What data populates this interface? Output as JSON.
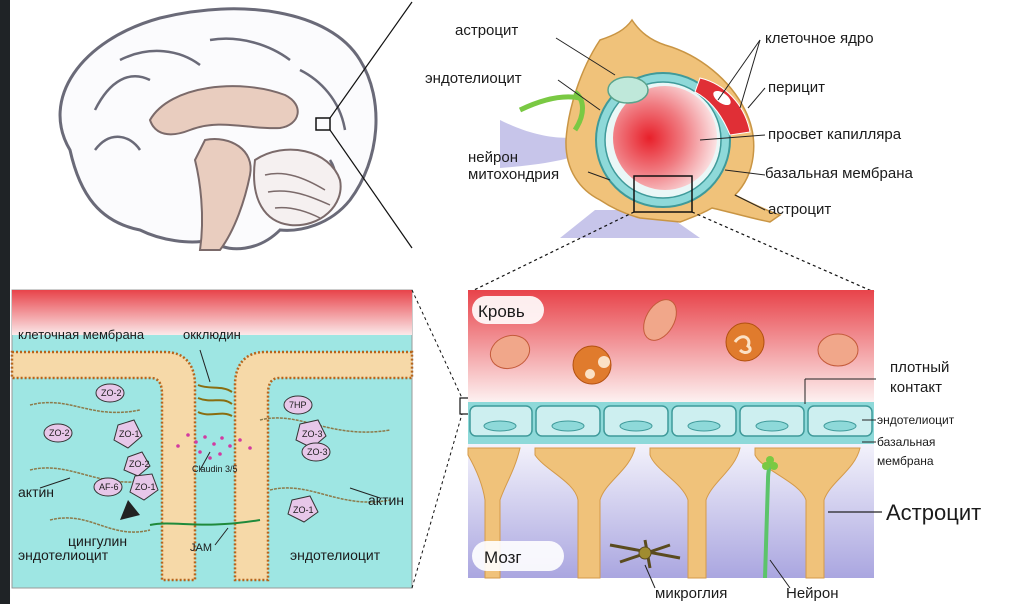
{
  "top_labels": {
    "astrocyte_top": "астроцит",
    "cell_nucleus": "клеточное ядро",
    "endotheliocyte": "эндотелиоцит",
    "pericyte": "перицит",
    "capillary_lumen": "просвет капилляра",
    "neuron": "нейрон",
    "mitochondria": "митохондрия",
    "basal_membrane": "базальная мембрана",
    "astrocyte_bottom": "астроцит"
  },
  "left_labels": {
    "cell_membrane": "клеточная мембрана",
    "occludin": "окклюдин",
    "actin_left": "актин",
    "actin_right": "актин",
    "cingulin": "цингулин",
    "endotheliocyte_left": "эндотелиоцит",
    "endotheliocyte_right": "эндотелиоцит",
    "jam": "JAM",
    "claudin": "Claudin 3/5",
    "zo1": "ZO-1",
    "zo2": "ZO-2",
    "zo3": "ZO-3",
    "af6": "AF-6",
    "tnr": "7HP"
  },
  "right_labels": {
    "blood": "Кровь",
    "brain": "Мозг",
    "tight_junction_1": "плотный",
    "tight_junction_2": "контакт",
    "endotheliocyte": "эндотелиоцит",
    "basal_1": "базальная",
    "basal_2": "мембрана",
    "astrocyte": "Астроцит",
    "microglia": "микроглия",
    "neuron": "Нейрон"
  },
  "colors": {
    "blood_red": "#e8434a",
    "endothelium": "#8ed9d9",
    "astrocyte_fill": "#f0c27a",
    "brain_blue": "#b7b4e6",
    "membrane_brown": "#b5651d"
  }
}
